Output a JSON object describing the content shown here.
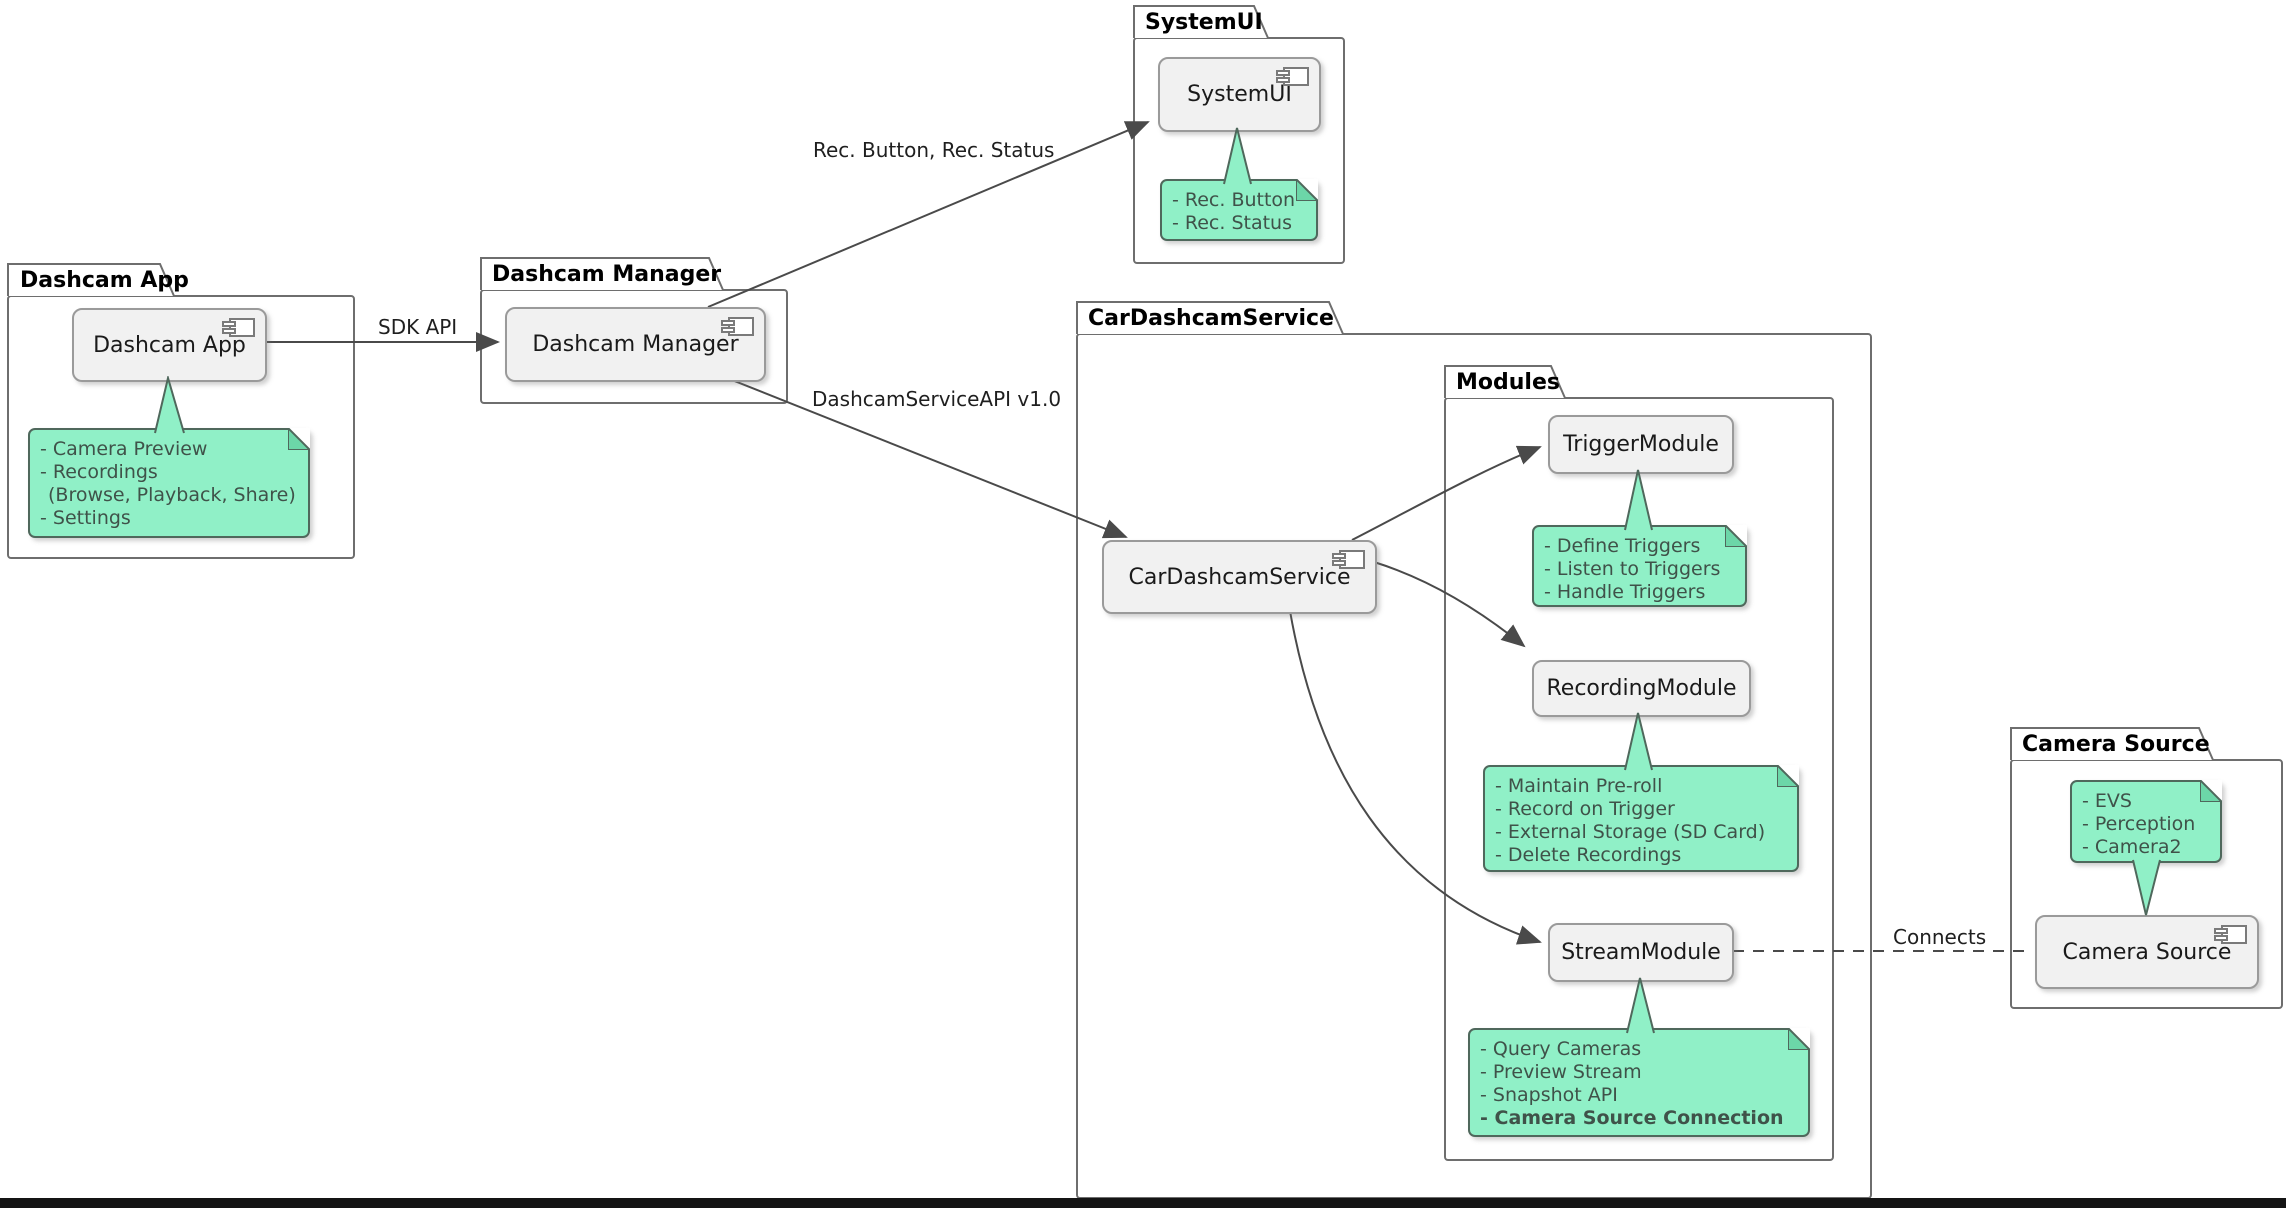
{
  "diagram": {
    "packages": {
      "dashcam_app": {
        "title": "Dashcam App"
      },
      "dashcam_manager": {
        "title": "Dashcam Manager"
      },
      "systemui": {
        "title": "SystemUI"
      },
      "car_dashcam_service": {
        "title": "CarDashcamService"
      },
      "modules": {
        "title": "Modules"
      },
      "camera_source": {
        "title": "Camera Source"
      }
    },
    "components": {
      "dashcam_app": {
        "label": "Dashcam App"
      },
      "dashcam_manager": {
        "label": "Dashcam Manager"
      },
      "systemui": {
        "label": "SystemUI"
      },
      "car_dashcam_service": {
        "label": "CarDashcamService"
      },
      "trigger_module": {
        "label": "TriggerModule"
      },
      "recording_module": {
        "label": "RecordingModule"
      },
      "stream_module": {
        "label": "StreamModule"
      },
      "camera_source": {
        "label": "Camera Source"
      }
    },
    "notes": {
      "dashcam_app": {
        "lines": [
          "- Camera Preview",
          "- Recordings",
          "(Browse, Playback, Share)",
          "- Settings"
        ]
      },
      "systemui": {
        "lines": [
          "- Rec. Button",
          "- Rec. Status"
        ]
      },
      "trigger": {
        "lines": [
          "- Define Triggers",
          "- Listen to Triggers",
          "- Handle Triggers"
        ]
      },
      "recording": {
        "lines": [
          "- Maintain Pre-roll",
          "- Record on Trigger",
          "- External Storage (SD Card)",
          "- Delete Recordings"
        ]
      },
      "stream": {
        "lines": [
          "- Query Cameras",
          "- Preview Stream",
          "- Snapshot API",
          "- Camera Source Connection"
        ]
      },
      "camera_source": {
        "lines": [
          "- EVS",
          "- Perception",
          "- Camera2"
        ]
      }
    },
    "edge_labels": {
      "sdk_api": "SDK API",
      "rec_status": "Rec. Button, Rec. Status",
      "service_api": "DashcamServiceAPI v1.0",
      "connects": "Connects"
    },
    "colors": {
      "note_fill": "#90f0c7",
      "note_fold": "#6cd6a8",
      "note_border": "#4f685c",
      "note_text": "#3f5249",
      "component_fill": "#f1f1f1",
      "component_border": "#9a9a9a",
      "package_border": "#6e6e6e",
      "line": "#4a4a4a",
      "bottom_bar": "#141414"
    }
  }
}
